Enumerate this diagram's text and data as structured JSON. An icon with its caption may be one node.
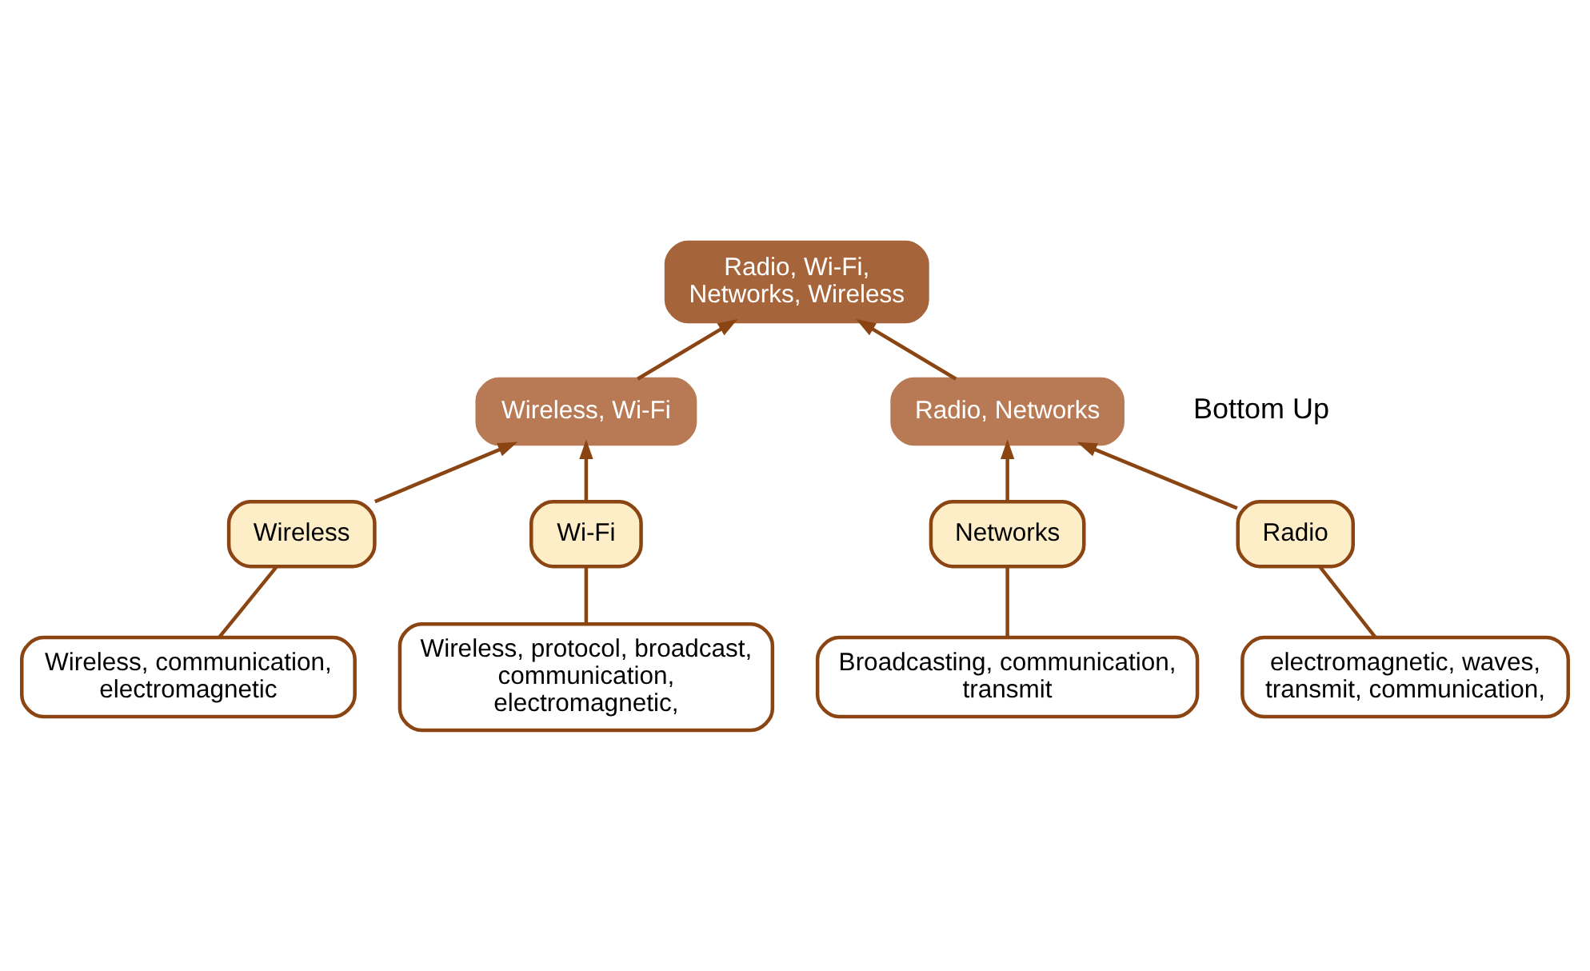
{
  "diagram": {
    "nodes": [
      {
        "text": [
          "Radio, Wi-Fi, Networks, Wireless"
        ]
      },
      {
        "text": [
          "Wireless, Wi-Fi"
        ]
      },
      {
        "text": [
          "Radio, Networks"
        ]
      },
      {
        "text": [
          "Wireless"
        ]
      },
      {
        "text": [
          "Wi-Fi"
        ]
      },
      {
        "text": [
          "Networks"
        ]
      },
      {
        "text": [
          "Radio"
        ]
      },
      {
        "text": [
          "Wireless, communication, electromagnetic"
        ]
      },
      {
        "text": [
          "Wireless, protocol, broadcast, communication, electromagnetic,"
        ]
      },
      {
        "text": [
          "Broadcasting, communication, transmit"
        ]
      },
      {
        "text": [
          "electromagnetic, waves, transmit, communication,"
        ]
      }
    ],
    "edges": [
      {
        "from": 1,
        "to": 0,
        "arrow": "to"
      },
      {
        "from": 2,
        "to": 0,
        "arrow": "to"
      },
      {
        "from": 3,
        "to": 1,
        "arrow": "to"
      },
      {
        "from": 4,
        "to": 1,
        "arrow": "to"
      },
      {
        "from": 5,
        "to": 2,
        "arrow": "to"
      },
      {
        "from": 6,
        "to": 2,
        "arrow": "to"
      },
      {
        "from": 7,
        "to": 3,
        "arrow": "none"
      },
      {
        "from": 8,
        "to": 4,
        "arrow": "none"
      },
      {
        "from": 9,
        "to": 5,
        "arrow": "none"
      },
      {
        "from": 10,
        "to": 6,
        "arrow": "none"
      }
    ],
    "labels": [
      "Bottom Up"
    ]
  }
}
